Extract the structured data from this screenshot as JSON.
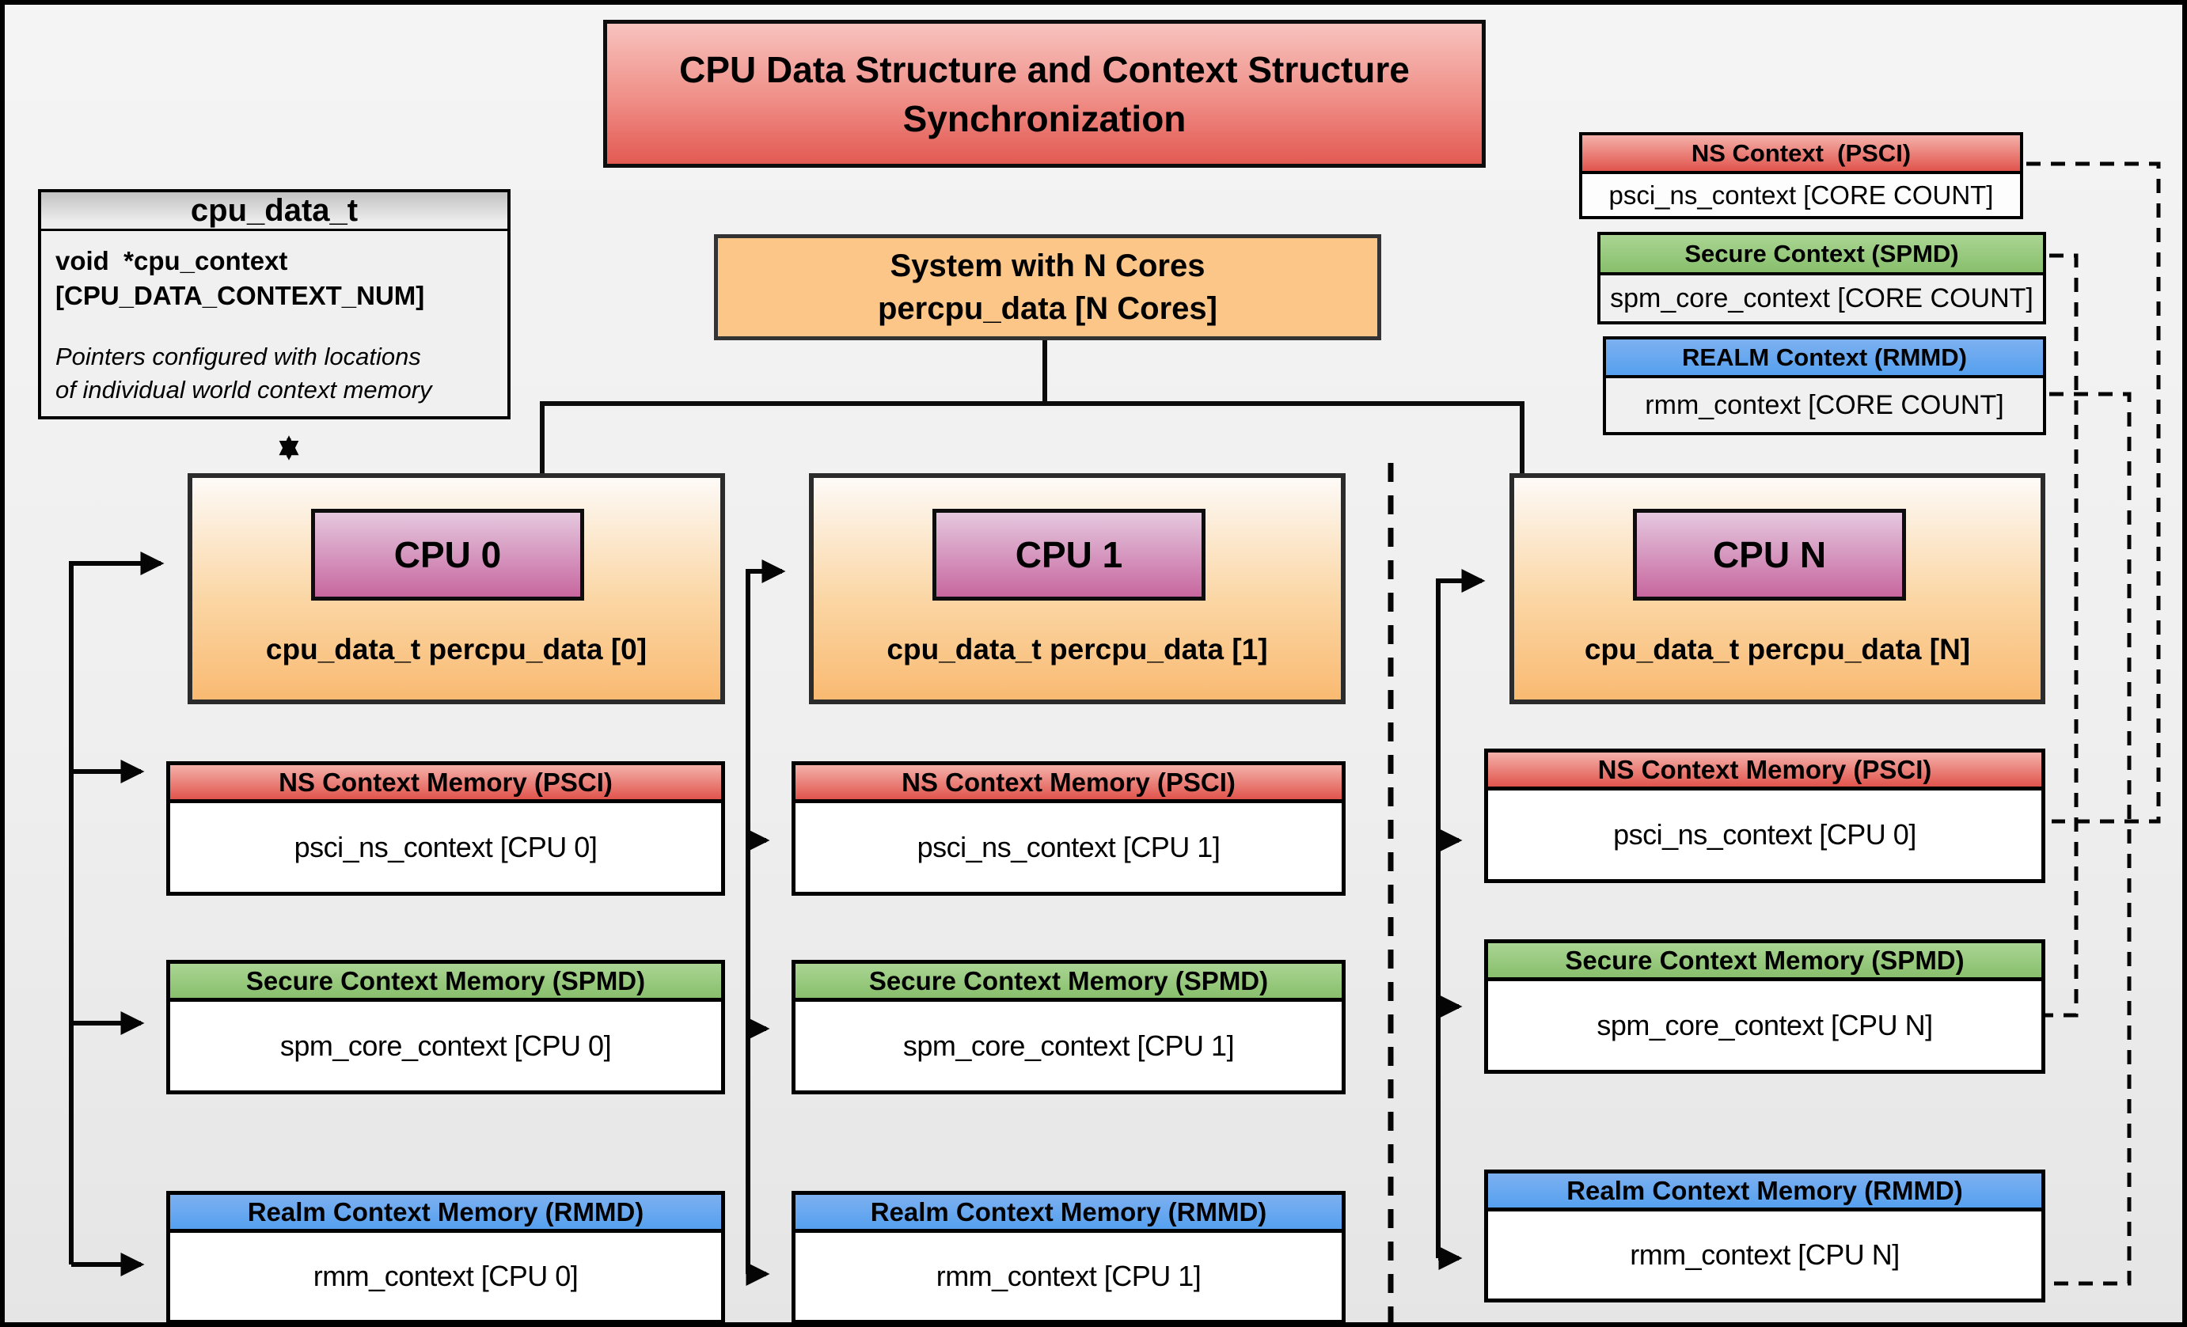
{
  "title": {
    "line1": "CPU Data Structure and Context Structure",
    "line2": "Synchronization"
  },
  "cpu_data_t": {
    "header": "cpu_data_t",
    "field_line1": "void  *cpu_context",
    "field_line2": "[CPU_DATA_CONTEXT_NUM]",
    "note_line1": "Pointers configured with locations",
    "note_line2": "of individual world context memory"
  },
  "system_box": {
    "line1": "System with N Cores",
    "line2": "percpu_data [N Cores]"
  },
  "legend": {
    "ns": {
      "header": "NS Context  (PSCI)",
      "body": "psci_ns_context [CORE COUNT]"
    },
    "secure": {
      "header": "Secure Context (SPMD)",
      "body": "spm_core_context [CORE COUNT]"
    },
    "realm": {
      "header": "REALM Context (RMMD)",
      "body": "rmm_context [CORE COUNT]"
    }
  },
  "columns": [
    {
      "cpu_label": "CPU 0",
      "data_label": "cpu_data_t percpu_data [0]",
      "ns": {
        "header": "NS Context Memory (PSCI)",
        "body": "psci_ns_context [CPU 0]"
      },
      "secure": {
        "header": "Secure Context Memory (SPMD)",
        "body": "spm_core_context [CPU 0]"
      },
      "realm": {
        "header": "Realm Context Memory (RMMD)",
        "body": "rmm_context [CPU 0]"
      }
    },
    {
      "cpu_label": "CPU 1",
      "data_label": "cpu_data_t percpu_data [1]",
      "ns": {
        "header": "NS Context Memory (PSCI)",
        "body": "psci_ns_context [CPU 1]"
      },
      "secure": {
        "header": "Secure Context Memory (SPMD)",
        "body": "spm_core_context [CPU 1]"
      },
      "realm": {
        "header": "Realm Context Memory (RMMD)",
        "body": "rmm_context [CPU 1]"
      }
    },
    {
      "cpu_label": "CPU N",
      "data_label": "cpu_data_t percpu_data [N]",
      "ns": {
        "header": "NS Context Memory (PSCI)",
        "body": "psci_ns_context [CPU 0]"
      },
      "secure": {
        "header": "Secure Context Memory (SPMD)",
        "body": "spm_core_context [CPU N]"
      },
      "realm": {
        "header": "Realm Context Memory (RMMD)",
        "body": "rmm_context [CPU N]"
      }
    }
  ],
  "colors": {
    "ns_red": "#e0544c",
    "secure_green": "#93c47d",
    "realm_blue": "#58a4f1",
    "cpu_orange": "#f9ba72",
    "cpu_pink": "#c7679f",
    "system_orange": "#fbc687",
    "title_red": "#e25a52"
  }
}
